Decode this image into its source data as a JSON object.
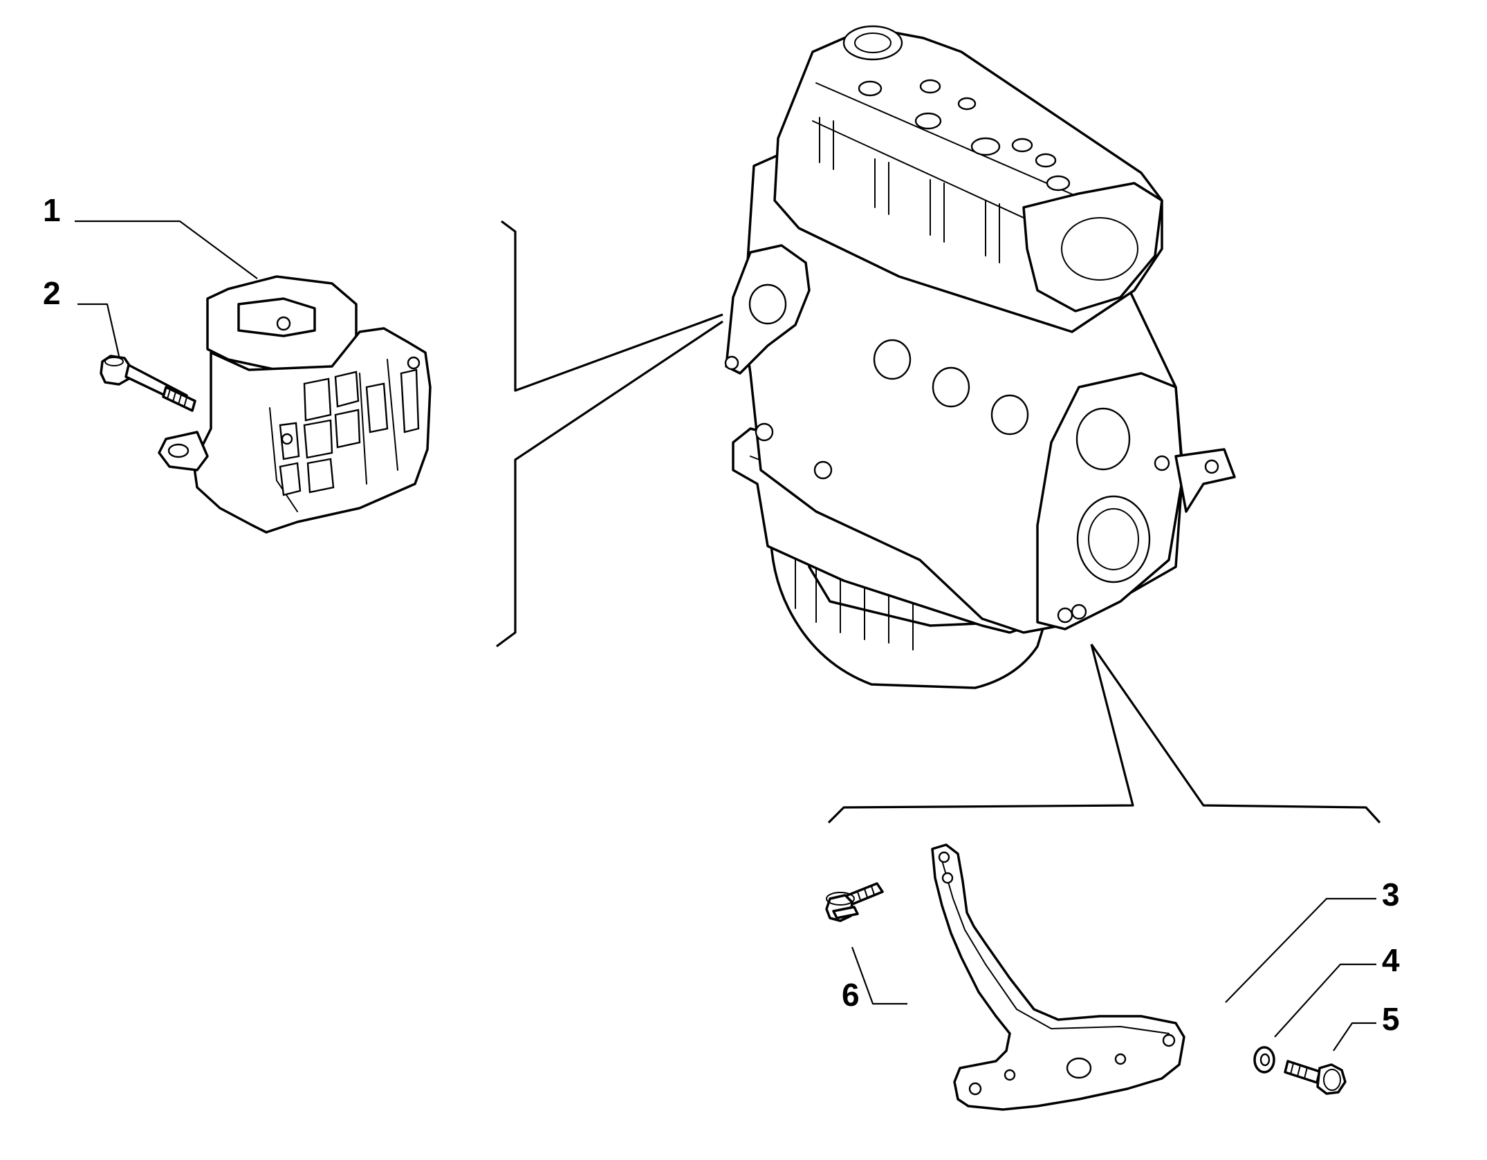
{
  "callouts": [
    {
      "id": "1",
      "label": "1",
      "part": "engine-mount-bracket"
    },
    {
      "id": "2",
      "label": "2",
      "part": "mount-stud-bolt"
    },
    {
      "id": "3",
      "label": "3",
      "part": "support-arm"
    },
    {
      "id": "4",
      "label": "4",
      "part": "washer"
    },
    {
      "id": "5",
      "label": "5",
      "part": "arm-fixing-screw"
    },
    {
      "id": "6",
      "label": "6",
      "part": "flange-bolt"
    }
  ],
  "colors": {
    "line": "#000000",
    "background": "#ffffff"
  }
}
